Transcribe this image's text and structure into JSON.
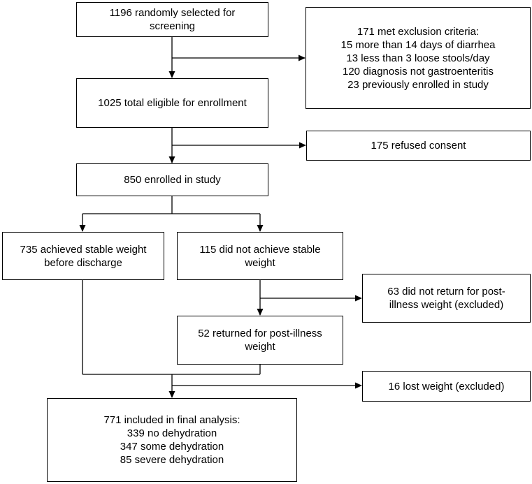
{
  "flowchart": {
    "screening": [
      "1196 randomly selected for",
      "screening"
    ],
    "exclusion": [
      "171 met exclusion criteria:",
      "15 more than 14 days of diarrhea",
      "13 less than 3 loose stools/day",
      "120 diagnosis not gastroenteritis",
      "23 previously enrolled in study"
    ],
    "eligible": [
      "1025 total eligible for enrollment"
    ],
    "refused": [
      "175 refused consent"
    ],
    "enrolled": [
      "850 enrolled in study"
    ],
    "stable": [
      "735 achieved stable weight",
      "before discharge"
    ],
    "not_stable": [
      "115 did not achieve stable",
      "weight"
    ],
    "no_return": [
      "63 did not return for post-",
      "illness weight (excluded)"
    ],
    "returned": [
      "52 returned for post-illness",
      "weight"
    ],
    "lost": [
      "16 lost weight (excluded)"
    ],
    "final": [
      "771 included in final analysis:",
      "339 no dehydration",
      "347 some dehydration",
      "85 severe dehydration"
    ]
  }
}
